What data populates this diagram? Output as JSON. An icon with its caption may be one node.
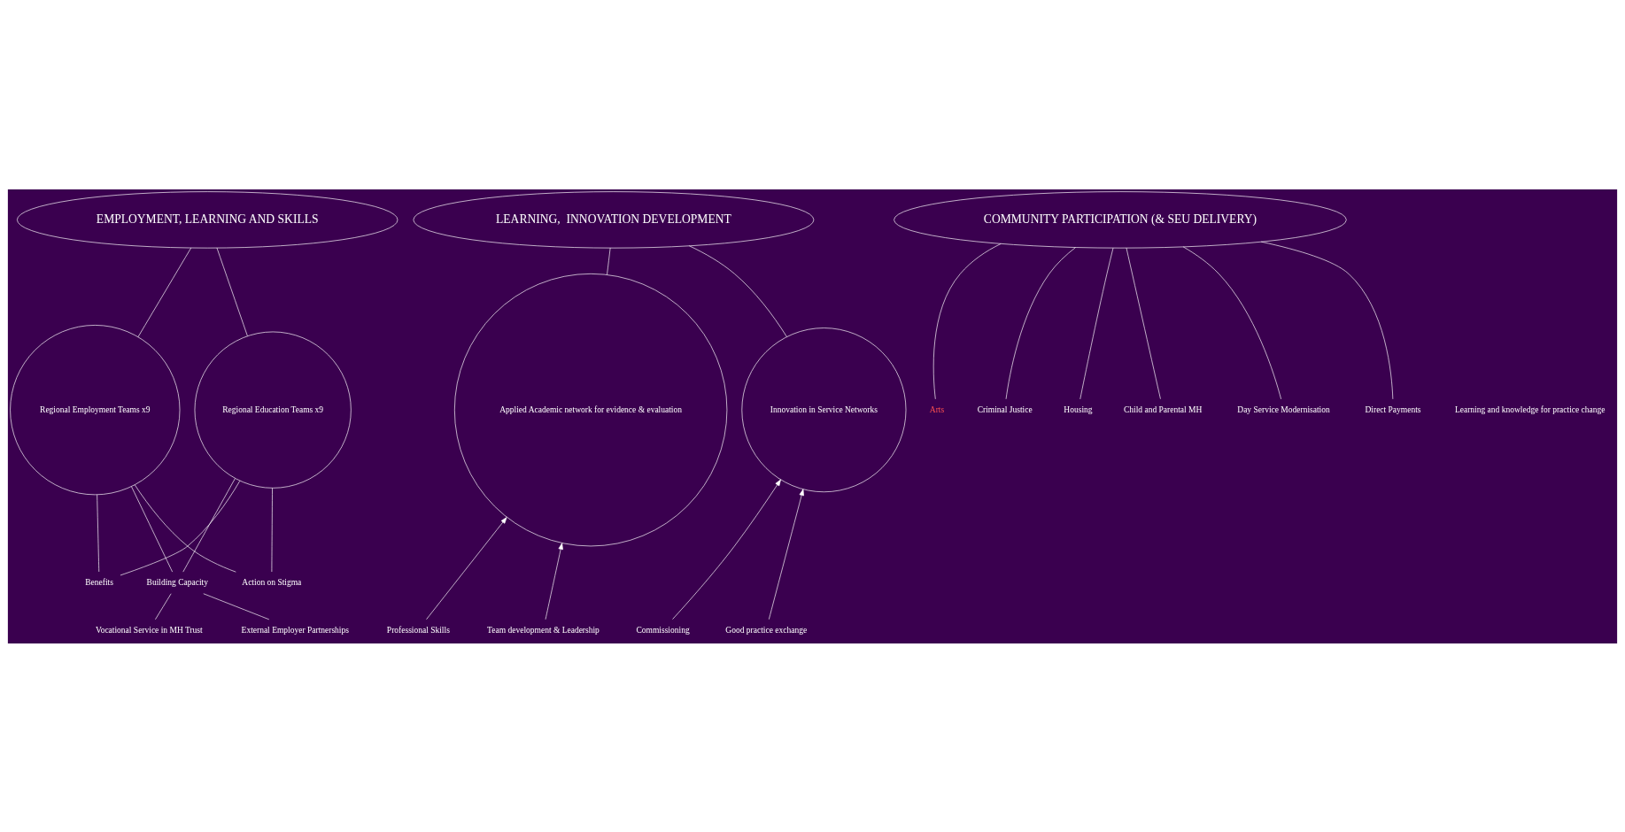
{
  "diagram": {
    "nodes": [
      {
        "text": [
          "EMPLOYMENT, LEARNING AND SKILLS"
        ]
      },
      {
        "text": [
          "LEARNING,  INNOVATION DEVELOPMENT"
        ]
      },
      {
        "text": [
          "COMMUNITY PARTICIPATION (& SEU DELIVERY)"
        ]
      },
      {
        "text": [
          "Regional Employment Teams x9"
        ]
      },
      {
        "text": [
          "Regional Education Teams x9"
        ]
      },
      {
        "text": [
          "Benefits"
        ]
      },
      {
        "text": [
          "Building Capacity"
        ]
      },
      {
        "text": [
          "Action on Stigma"
        ]
      },
      {
        "text": [
          "Vocational Service in MH Trust"
        ]
      },
      {
        "text": [
          "External Employer Partnerships"
        ]
      },
      {
        "text": [
          "Applied Academic network for evidence & evaluation"
        ]
      },
      {
        "text": [
          "Innovation in Service Networks"
        ]
      },
      {
        "text": [
          "Professional Skills"
        ]
      },
      {
        "text": [
          "Team development & Leadership"
        ]
      },
      {
        "text": [
          "Commissioning"
        ]
      },
      {
        "text": [
          "Good practice exchange"
        ]
      },
      {
        "text": [
          "Arts"
        ]
      },
      {
        "text": [
          "Criminal Justice"
        ]
      },
      {
        "text": [
          "Housing"
        ]
      },
      {
        "text": [
          "Child and Parental MH"
        ]
      },
      {
        "text": [
          "Day Service Modernisation"
        ]
      },
      {
        "text": [
          "Direct Payments"
        ]
      }
    ],
    "edges": [
      {
        "from": 0,
        "to": 3,
        "arrow": "none"
      },
      {
        "from": 0,
        "to": 4,
        "arrow": "none"
      },
      {
        "from": 3,
        "to": 5,
        "arrow": "none"
      },
      {
        "from": 3,
        "to": 6,
        "arrow": "none"
      },
      {
        "from": 3,
        "to": 7,
        "arrow": "none"
      },
      {
        "from": 4,
        "to": 5,
        "arrow": "none"
      },
      {
        "from": 4,
        "to": 6,
        "arrow": "none"
      },
      {
        "from": 4,
        "to": 7,
        "arrow": "none"
      },
      {
        "from": 6,
        "to": 8,
        "arrow": "none"
      },
      {
        "from": 6,
        "to": 9,
        "arrow": "none"
      },
      {
        "from": 1,
        "to": 10,
        "arrow": "none"
      },
      {
        "from": 1,
        "to": 11,
        "arrow": "none"
      },
      {
        "from": 12,
        "to": 10,
        "arrow": "to"
      },
      {
        "from": 13,
        "to": 10,
        "arrow": "to"
      },
      {
        "from": 14,
        "to": 11,
        "arrow": "to"
      },
      {
        "from": 15,
        "to": 11,
        "arrow": "to"
      },
      {
        "from": 2,
        "to": 16,
        "arrow": "none"
      },
      {
        "from": 2,
        "to": 17,
        "arrow": "none"
      },
      {
        "from": 2,
        "to": 18,
        "arrow": "none"
      },
      {
        "from": 2,
        "to": 19,
        "arrow": "none"
      },
      {
        "from": 2,
        "to": 20,
        "arrow": "none"
      },
      {
        "from": 2,
        "to": 21,
        "arrow": "none"
      }
    ],
    "labels": [
      "Learning and knowledge for practice change"
    ]
  }
}
